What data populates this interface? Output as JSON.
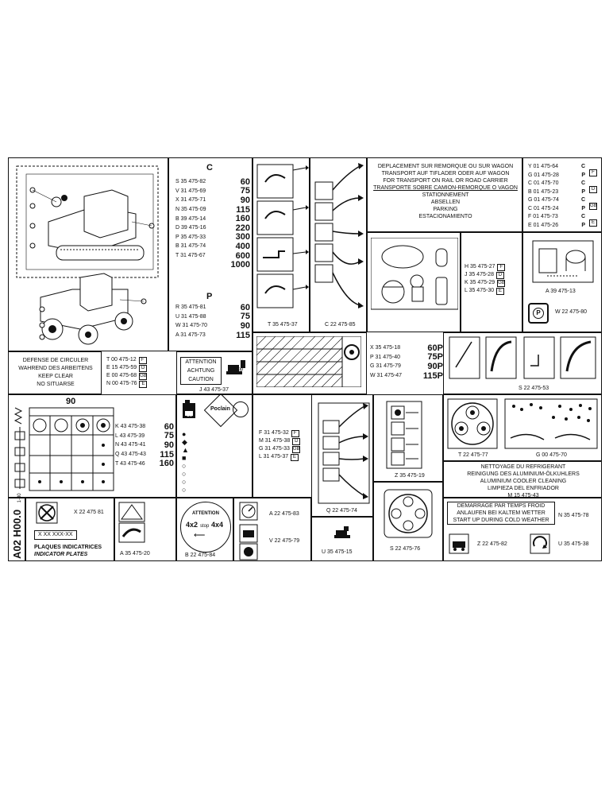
{
  "panel_c": {
    "heading": "C",
    "rows": [
      {
        "code": "S 35 475-82",
        "val": "60"
      },
      {
        "code": "V 31 475-69",
        "val": "75"
      },
      {
        "code": "X 31 475-71",
        "val": "90"
      },
      {
        "code": "N 35 475-09",
        "val": "115"
      },
      {
        "code": "B 39 475-14",
        "val": "160"
      },
      {
        "code": "D 39 475-16",
        "val": "220"
      },
      {
        "code": "P 35 475-33",
        "val": "300"
      },
      {
        "code": "B 31 475-74",
        "val": "400"
      },
      {
        "code": "T 31 475-67",
        "val": "600"
      },
      {
        "code": "",
        "val": "1000"
      }
    ]
  },
  "panel_p": {
    "heading": "P",
    "rows": [
      {
        "code": "R 35 475-81",
        "val": "60"
      },
      {
        "code": "U 31 475-88",
        "val": "75"
      },
      {
        "code": "W 31 475-70",
        "val": "90"
      },
      {
        "code": "A 31 475-73",
        "val": "115"
      }
    ]
  },
  "labels": {
    "t35_475_37": "T 35 475-37",
    "c22_475_85": "C 22 475-85",
    "a39_475_13": "A 39 475-13",
    "w22_475_80": "W 22 475-80",
    "j43_475_37": "J 43 475-37",
    "s22_475_53": "S 22 475-53",
    "q22_475_74": "Q 22 475-74",
    "z35_475_19": "Z 35 475-19",
    "t22_475_77": "T 22 475-77",
    "g00_475_70": "G 00 475-70",
    "m15_475_43": "M 15 475-43",
    "x22_475_81": "X 22 475 81",
    "a35_475_20": "A 35 475-20",
    "b22_475_84": "B 22 475-84",
    "a22_475_83": "A 22 475-83",
    "v22_475_79": "V 22 475-79",
    "u35_475_15": "U 35 475-15",
    "s22_475_76": "S 22 475-76",
    "n35_475_78": "N 35 475-78",
    "z22_475_82": "Z 22 475-82",
    "u35_475_38": "U 35 475-38"
  },
  "transport": {
    "lines": [
      "DEPLACEMENT SUR REMORQUE OU SUR WAGON",
      "TRANSPORT AUF TIFLADER ODER AUF WAGON",
      "FOR TRANSPORT ON RAIL OR ROAD CARRIER",
      "TRANSPORTE SOBRE CAMION-REMORQUE O VAGON"
    ],
    "parking": [
      "STATIONNEMENT",
      "ABSELLEN",
      "PARKING",
      "ESTACIONAMIENTO"
    ]
  },
  "cp_list": [
    {
      "code": "Y 01 475-64",
      "tag": "C"
    },
    {
      "code": "G 01 475-28",
      "tag": "P"
    },
    {
      "code": "C 01 475-70",
      "tag": "C"
    },
    {
      "code": "B 01 475-23",
      "tag": "P"
    },
    {
      "code": "G 01 475-74",
      "tag": "C"
    },
    {
      "code": "C 01 475-24",
      "tag": "P"
    },
    {
      "code": "F 01 475-73",
      "tag": "C"
    },
    {
      "code": "E 01 475-26",
      "tag": "P"
    }
  ],
  "cp_lang": [
    "F",
    "D",
    "GB",
    "E"
  ],
  "parking_list": [
    {
      "code": "H 35 475-27",
      "lang": "F"
    },
    {
      "code": "J 35 475-28",
      "lang": "D"
    },
    {
      "code": "K 35 475-29",
      "lang": "GB"
    },
    {
      "code": "L 35 475-30",
      "lang": "E"
    }
  ],
  "defense": {
    "lines": [
      "DEFENSE DE CIRCULER",
      "WAHREND DES ARBEITENS",
      "KEEP CLEAR",
      "NO SITUARSE"
    ],
    "codes": [
      {
        "code": "T 00 475-12",
        "lang": "F"
      },
      {
        "code": "E 15 475-59",
        "lang": "D"
      },
      {
        "code": "E 00 475-68",
        "lang": "GB"
      },
      {
        "code": "N 00 475-76",
        "lang": "E"
      }
    ]
  },
  "attention": {
    "lines": [
      "ATTENTION",
      "ACHTUNG",
      "CAUTION"
    ],
    "stop": "stop"
  },
  "speed_p": [
    {
      "code": "X 35 475-18",
      "val": "60P"
    },
    {
      "code": "P 31 475-40",
      "val": "75P"
    },
    {
      "code": "G 31 475-79",
      "val": "90P"
    },
    {
      "code": "W 31 475-47",
      "val": "115P"
    }
  ],
  "lift": {
    "header": "90",
    "rows": [
      {
        "code": "K 43 475-38",
        "val": "60"
      },
      {
        "code": "L 43 475-39",
        "val": "75"
      },
      {
        "code": "N 43 475-41",
        "val": "90"
      },
      {
        "code": "Q 43 475-43",
        "val": "115"
      },
      {
        "code": "T 43 475-46",
        "val": "160"
      }
    ]
  },
  "poclain": {
    "brand": "Poclain",
    "oil": "oil"
  },
  "poclain_list": [
    {
      "code": "F 31 475-32",
      "lang": "F"
    },
    {
      "code": "M 31 475-38",
      "lang": "D"
    },
    {
      "code": "G 31 475-33",
      "lang": "GB"
    },
    {
      "code": "L 31 475-37",
      "lang": "E"
    }
  ],
  "cooler": {
    "lines": [
      "NETTOYAGE DU REFRIGERANT",
      "REINIGUNG DES ALUMINIUM-ÖLKUHLERS",
      "ALUMINIUM COOLER CLEANING",
      "LIMPIEZA DEL ENFRIADOR"
    ]
  },
  "cold": {
    "lines": [
      "DEMARRAGE PAR TEMPS FROID",
      "ANLAUFEN BEI KALTEM WETTER",
      "START UP DURING COLD WEATHER"
    ]
  },
  "attention_4x": {
    "title": "ATTENTION",
    "left": "4x2",
    "stop": "stop",
    "right": "4x4"
  },
  "footer": {
    "code_box": "X XX XXX-XX",
    "plaques": "PLAQUES INDICATRICES",
    "indicator": "INDICATOR PLATES",
    "side_code": "A02 H00.0",
    "side_small": "1-80"
  }
}
